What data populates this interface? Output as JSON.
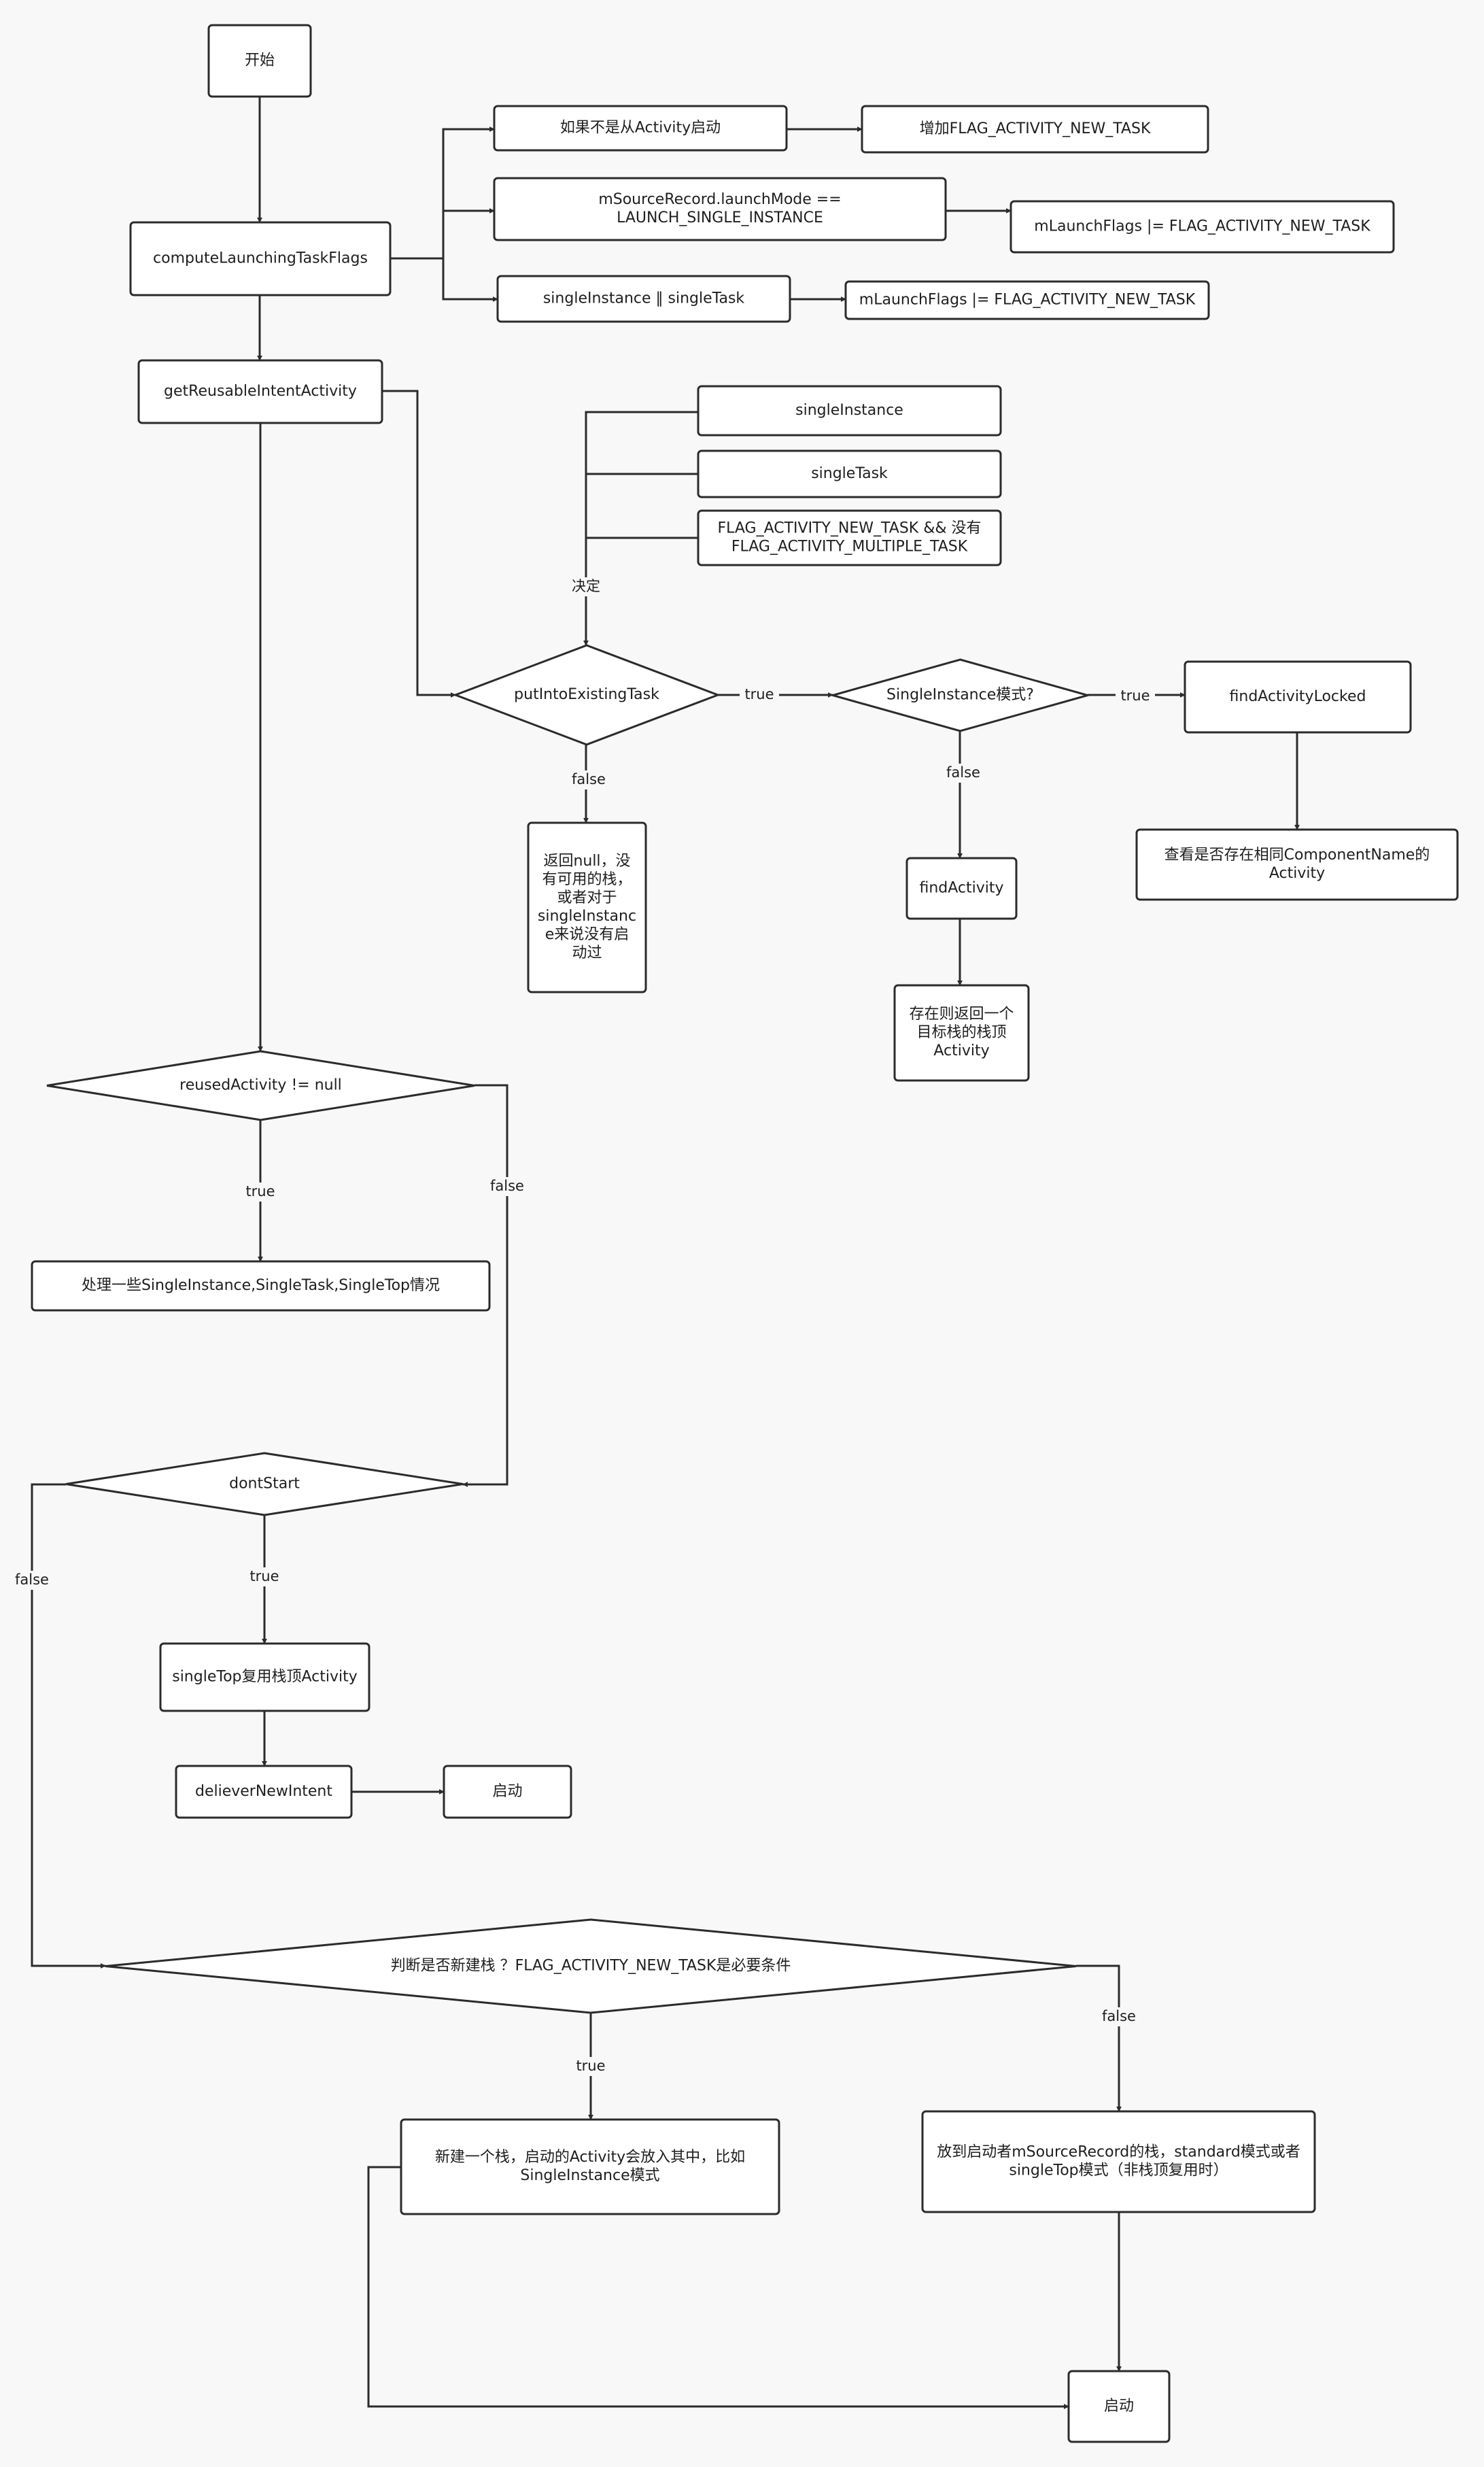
{
  "colors": {
    "background": "#f8f8f8",
    "stroke": "#2b2b2b",
    "node_fill": "#ffffff",
    "text": "#1e1e1e"
  },
  "nodes": {
    "start": [
      "开始"
    ],
    "compute": [
      "computeLaunchingTaskFlags"
    ],
    "not_from_activity": [
      "如果不是从Activity启动"
    ],
    "add_new_task_flag": [
      "增加FLAG_ACTIVITY_NEW_TASK"
    ],
    "source_single_instance": [
      "mSourceRecord.launchMode ==",
      "LAUNCH_SINGLE_INSTANCE"
    ],
    "flags_new_task_1": [
      "mLaunchFlags |= FLAG_ACTIVITY_NEW_TASK"
    ],
    "single_instance_or_task": [
      "singleInstance  ‖  singleTask"
    ],
    "flags_new_task_2": [
      "mLaunchFlags |= FLAG_ACTIVITY_NEW_TASK"
    ],
    "get_reusable": [
      "getReusableIntentActivity"
    ],
    "cond_single_instance": [
      "singleInstance"
    ],
    "cond_single_task": [
      "singleTask"
    ],
    "cond_new_task_no_multiple": [
      "FLAG_ACTIVITY_NEW_TASK  &&  没有",
      "FLAG_ACTIVITY_MULTIPLE_TASK"
    ],
    "put_into_existing": [
      "putIntoExistingTask"
    ],
    "single_instance_mode": [
      "SingleInstance模式?"
    ],
    "find_activity_locked": [
      "findActivityLocked"
    ],
    "same_component": [
      "查看是否存在相同ComponentName的",
      "Activity"
    ],
    "return_null": [
      "返回null，没",
      "有可用的栈，",
      "或者对于",
      "singleInstanc",
      "e来说没有启",
      "动过"
    ],
    "find_activity": [
      "findActivity"
    ],
    "return_top": [
      "存在则返回一个",
      "目标栈的栈顶",
      "Activity"
    ],
    "reused_not_null": [
      "reusedActivity  !=  null"
    ],
    "handle_modes": [
      "处理一些SingleInstance,SingleTask,SingleTop情况"
    ],
    "dont_start": [
      "dontStart"
    ],
    "single_top_reuse": [
      "singleTop复用栈顶Activity"
    ],
    "deliver_new_intent": [
      "delieverNewIntent"
    ],
    "launch_1": [
      "启动"
    ],
    "new_task_decision": [
      "判断是否新建栈 ？FLAG_ACTIVITY_NEW_TASK是必要条件"
    ],
    "new_stack": [
      "新建一个栈，启动的Activity会放入其中，比如",
      "SingleInstance模式"
    ],
    "source_stack": [
      "放到启动者mSourceRecord的栈，standard模式或者",
      "singleTop模式（非栈顶复用时）"
    ],
    "launch_2": [
      "启动"
    ]
  },
  "edge_labels": {
    "decide": "决定",
    "put_true": "true",
    "put_false": "false",
    "si_true": "true",
    "si_false": "false",
    "reused_true": "true",
    "reused_false": "false",
    "dont_true": "true",
    "dont_false": "false",
    "decision_true": "true",
    "decision_false": "false"
  }
}
